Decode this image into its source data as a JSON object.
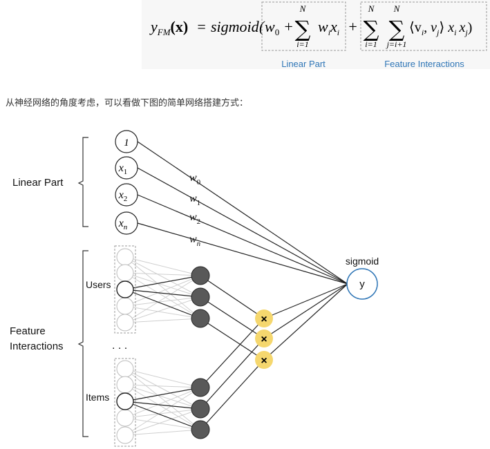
{
  "formula": {
    "lhs": "y",
    "lhs_sub": "FM",
    "lhs_arg": "(x)",
    "eq": "=",
    "func": "sigmoid",
    "open_paren": "(",
    "w0": "w",
    "w0_sub": "0",
    "plus1": "+",
    "sum1_top": "N",
    "sum1_bottom": "i=1",
    "sum1_body": "w",
    "sum1_body_sub": "i",
    "sum1_x": "x",
    "sum1_x_sub": "i",
    "plus2": "+",
    "sum2_top": "N",
    "sum2_bottom": "i=1",
    "sum3_top": "N",
    "sum3_bottom": "j=i+1",
    "interaction_term": "⟨v",
    "interaction_i": "i",
    "comma": ", v",
    "interaction_j": "j",
    "close_angle": "⟩",
    "xi": "x",
    "xi_sub": "i",
    "xj": "x",
    "xj_sub": "j",
    "close_paren": ")",
    "linear_part_caption": "Linear Part",
    "interaction_caption": "Feature Interactions"
  },
  "intro_text": "从神经网络的角度考虑，可以看做下图的简单网络搭建方式：",
  "network": {
    "linear_group_label": "Linear Part",
    "interaction_group_label_line1": "Feature",
    "interaction_group_label_line2": "Interactions",
    "users_label": "Users",
    "items_label": "Items",
    "ellipsis": ". . .",
    "output_label": "sigmoid",
    "output_node": "y",
    "input_nodes": [
      {
        "text": "1",
        "sub": ""
      },
      {
        "text": "x",
        "sub": "1"
      },
      {
        "text": "x",
        "sub": "2"
      },
      {
        "text": "x",
        "sub": "n"
      }
    ],
    "weights": [
      {
        "text": "w",
        "sub": "0"
      },
      {
        "text": "w",
        "sub": "1"
      },
      {
        "text": "w",
        "sub": "2"
      },
      {
        "text": "w",
        "sub": "n"
      }
    ],
    "multiply_symbol": "×",
    "colors": {
      "accent_blue": "#2e75b6",
      "hidden_node": "#595959",
      "multiply_node": "#f5d76e",
      "faint_line": "#c8c8c8",
      "dashed_box": "#999999"
    }
  }
}
